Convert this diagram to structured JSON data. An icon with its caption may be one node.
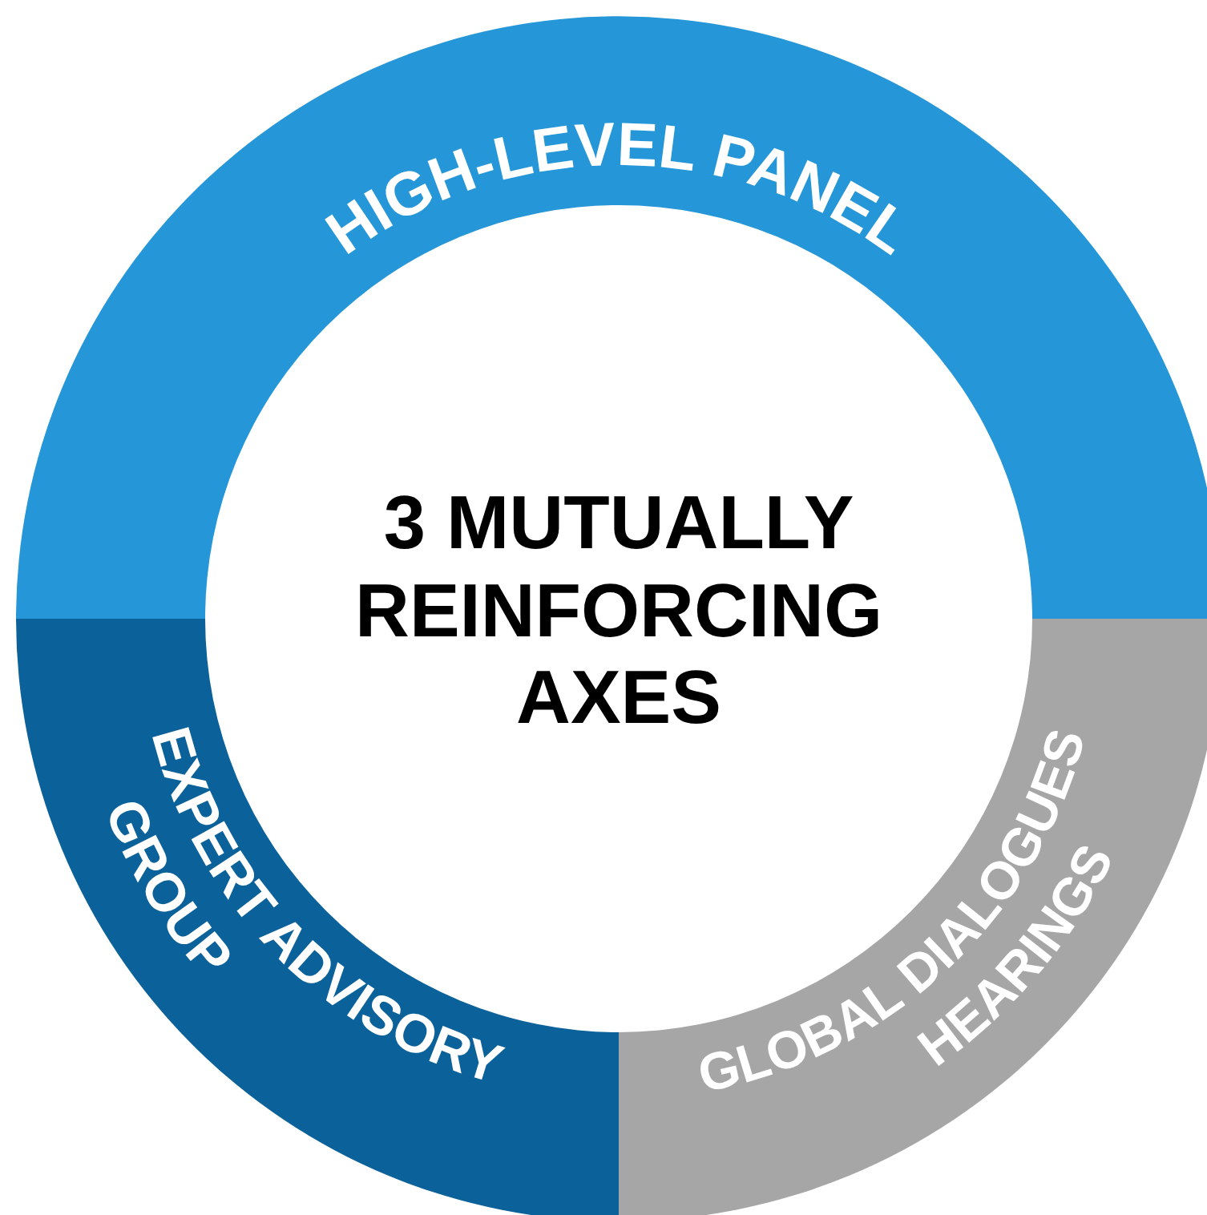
{
  "diagram": {
    "nodes": [
      {
        "text": [
          "3 MUTUALLY REINFORCING AXES"
        ]
      },
      {
        "text": [
          "HIGH-LEVEL PANEL"
        ]
      },
      {
        "text": [
          "EXPERT ADVISORY GROUP"
        ]
      },
      {
        "text": [
          "GLOBAL DIALOGUES HEARINGS"
        ]
      }
    ]
  }
}
